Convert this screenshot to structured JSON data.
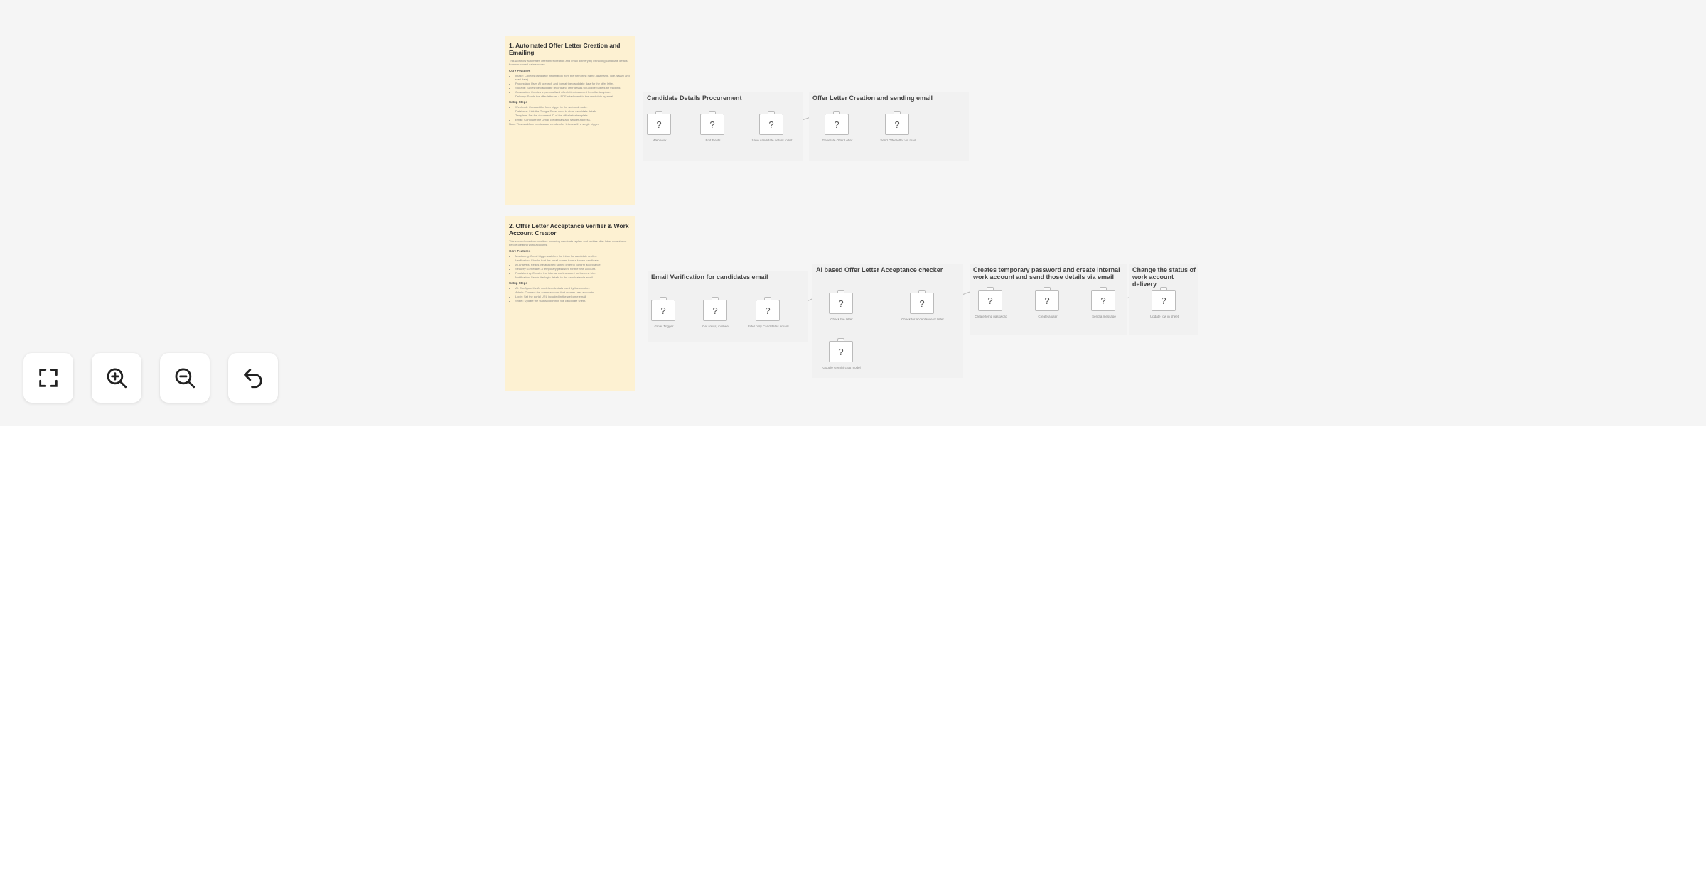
{
  "notes": [
    {
      "title": "1. Automated Offer Letter Creation and Emailing",
      "intro": "This workflow automates offer letter creation and email delivery by extracting candidate details from structured data sources.",
      "sections": [
        {
          "heading": "Core Features",
          "items": [
            "Intake: Collects candidate information from the form (first name, last name, role, salary and start date).",
            "Processing: Uses AI to enrich and format the candidate data for the offer letter.",
            "Storage: Saves the candidate record and offer details to Google Sheets for tracking.",
            "Generation: Creates a personalized offer letter document from the template.",
            "Delivery: Sends the offer letter as a PDF attachment to the candidate by email."
          ]
        },
        {
          "heading": "Setup Steps",
          "items": [
            "Webhook: Connect the form trigger to the webhook node.",
            "Database: Link the Google Sheet used to store candidate details.",
            "Template: Set the document ID of the offer letter template.",
            "Email: Configure the Gmail credentials and sender address."
          ]
        }
      ],
      "footer": "Note: This workflow creates and emails offer letters with a single trigger."
    },
    {
      "title": "2. Offer Letter Acceptance Verifier & Work Account Creator",
      "intro": "This second workflow monitors incoming candidate replies and verifies offer letter acceptance before creating work accounts.",
      "sections": [
        {
          "heading": "Core Features",
          "items": [
            "Monitoring: Gmail trigger watches the inbox for candidate replies.",
            "Verification: Checks that the email comes from a known candidate.",
            "AI Analysis: Reads the attached signed letter to confirm acceptance.",
            "Security: Generates a temporary password for the new account.",
            "Provisioning: Creates the internal work account for the new hire.",
            "Notification: Sends the login details to the candidate via email."
          ]
        },
        {
          "heading": "Setup Steps",
          "items": [
            "AI: Configure the AI model credentials used by the checker.",
            "Admin: Connect the admin account that creates user accounts.",
            "Login: Set the portal URL included in the welcome email.",
            "Sheet: Update the status column in the candidate sheet."
          ]
        }
      ],
      "footer": ""
    }
  ],
  "groups": [
    {
      "title": "Candidate Details Procurement",
      "nodes": [
        "Webhook",
        "Edit Fields",
        "Save candidate details to list"
      ]
    },
    {
      "title": "Offer Letter Creation and sending email",
      "nodes": [
        "Generate Offer Letter",
        "Send Offer letter via mail"
      ]
    },
    {
      "title": "Email Verification for candidates email",
      "nodes": [
        "Gmail Trigger",
        "Get row(s) in sheet",
        "Filter only Candidates emails"
      ]
    },
    {
      "title": "AI based Offer Letter Acceptance checker",
      "nodes": [
        "Check the letter",
        "Check for acceptance of letter",
        "Google Gemini chat model"
      ]
    },
    {
      "title": "Creates temporary password and create internal work account and send those details via email",
      "nodes": [
        "Create temp password",
        "Create a user",
        "Send a message"
      ]
    },
    {
      "title": "Change the status of work account delivery",
      "nodes": [
        "Update row in sheet"
      ]
    }
  ],
  "node_glyph": "?",
  "controls": [
    {
      "name": "fit-view-button",
      "icon": "expand-icon"
    },
    {
      "name": "zoom-in-button",
      "icon": "zoom-in-icon"
    },
    {
      "name": "zoom-out-button",
      "icon": "zoom-out-icon"
    },
    {
      "name": "undo-button",
      "icon": "undo-icon"
    }
  ],
  "colors": {
    "canvas": "#f5f5f5",
    "sticky_note": "#fdf1d2",
    "group": "#f1f1f1",
    "edge": "#bbbbbb"
  }
}
